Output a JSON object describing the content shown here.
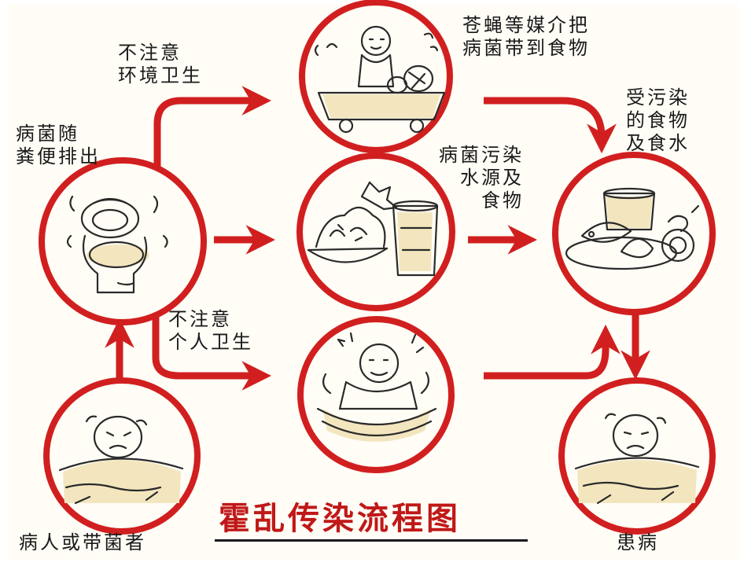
{
  "title": "霍乱传染流程图",
  "colors": {
    "accent": "#d11f1f",
    "ink": "#1a1a1a"
  },
  "labels": {
    "excreted": "病菌随\n粪便排出",
    "env_hygiene": "不注意\n环境卫生",
    "flies": "苍蝇等媒介把\n病菌带到食物",
    "contaminated_food": "受污染\n的食物\n及食水",
    "water_source": "病菌污染\n水源及\n食物",
    "personal_hygiene": "不注意\n个人卫生",
    "carrier": "病人或带菌者",
    "sick": "患病"
  },
  "nodes": [
    {
      "id": "toilet",
      "icon": "toilet-icon"
    },
    {
      "id": "flies",
      "icon": "fly-food-cart-icon"
    },
    {
      "id": "water",
      "icon": "food-and-water-glass-icon"
    },
    {
      "id": "food",
      "icon": "contaminated-food-plate-icon"
    },
    {
      "id": "hands",
      "icon": "dirty-hands-eating-icon"
    },
    {
      "id": "carrier",
      "icon": "sick-person-in-bed-icon"
    },
    {
      "id": "sick",
      "icon": "sick-person-in-bed-icon"
    }
  ]
}
